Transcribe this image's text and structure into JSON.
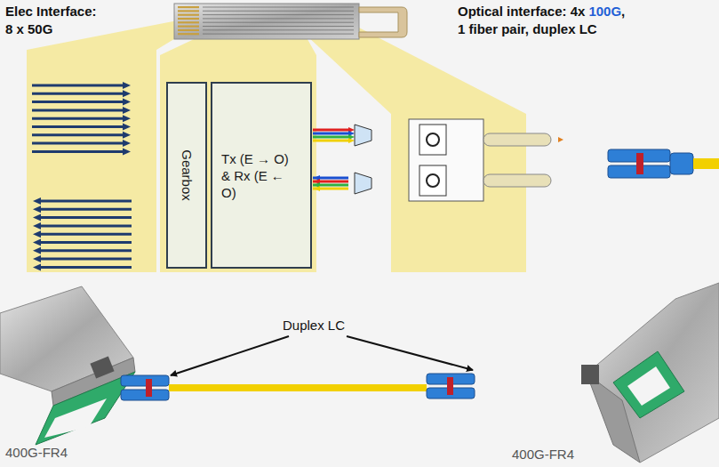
{
  "diagram": {
    "nodes": [
      {
        "text": [
          "Gearbox"
        ]
      },
      {
        "text": [
          "Tx (E → O) & Rx (E ← O)"
        ]
      }
    ],
    "labels": [
      "Elec Interface:",
      "8 x 50G",
      "Optical interface: 4x",
      "100G",
      ",",
      "1 fiber pair, duplex LC",
      "Duplex LC",
      "400G-FR4",
      "400G-FR4"
    ]
  }
}
